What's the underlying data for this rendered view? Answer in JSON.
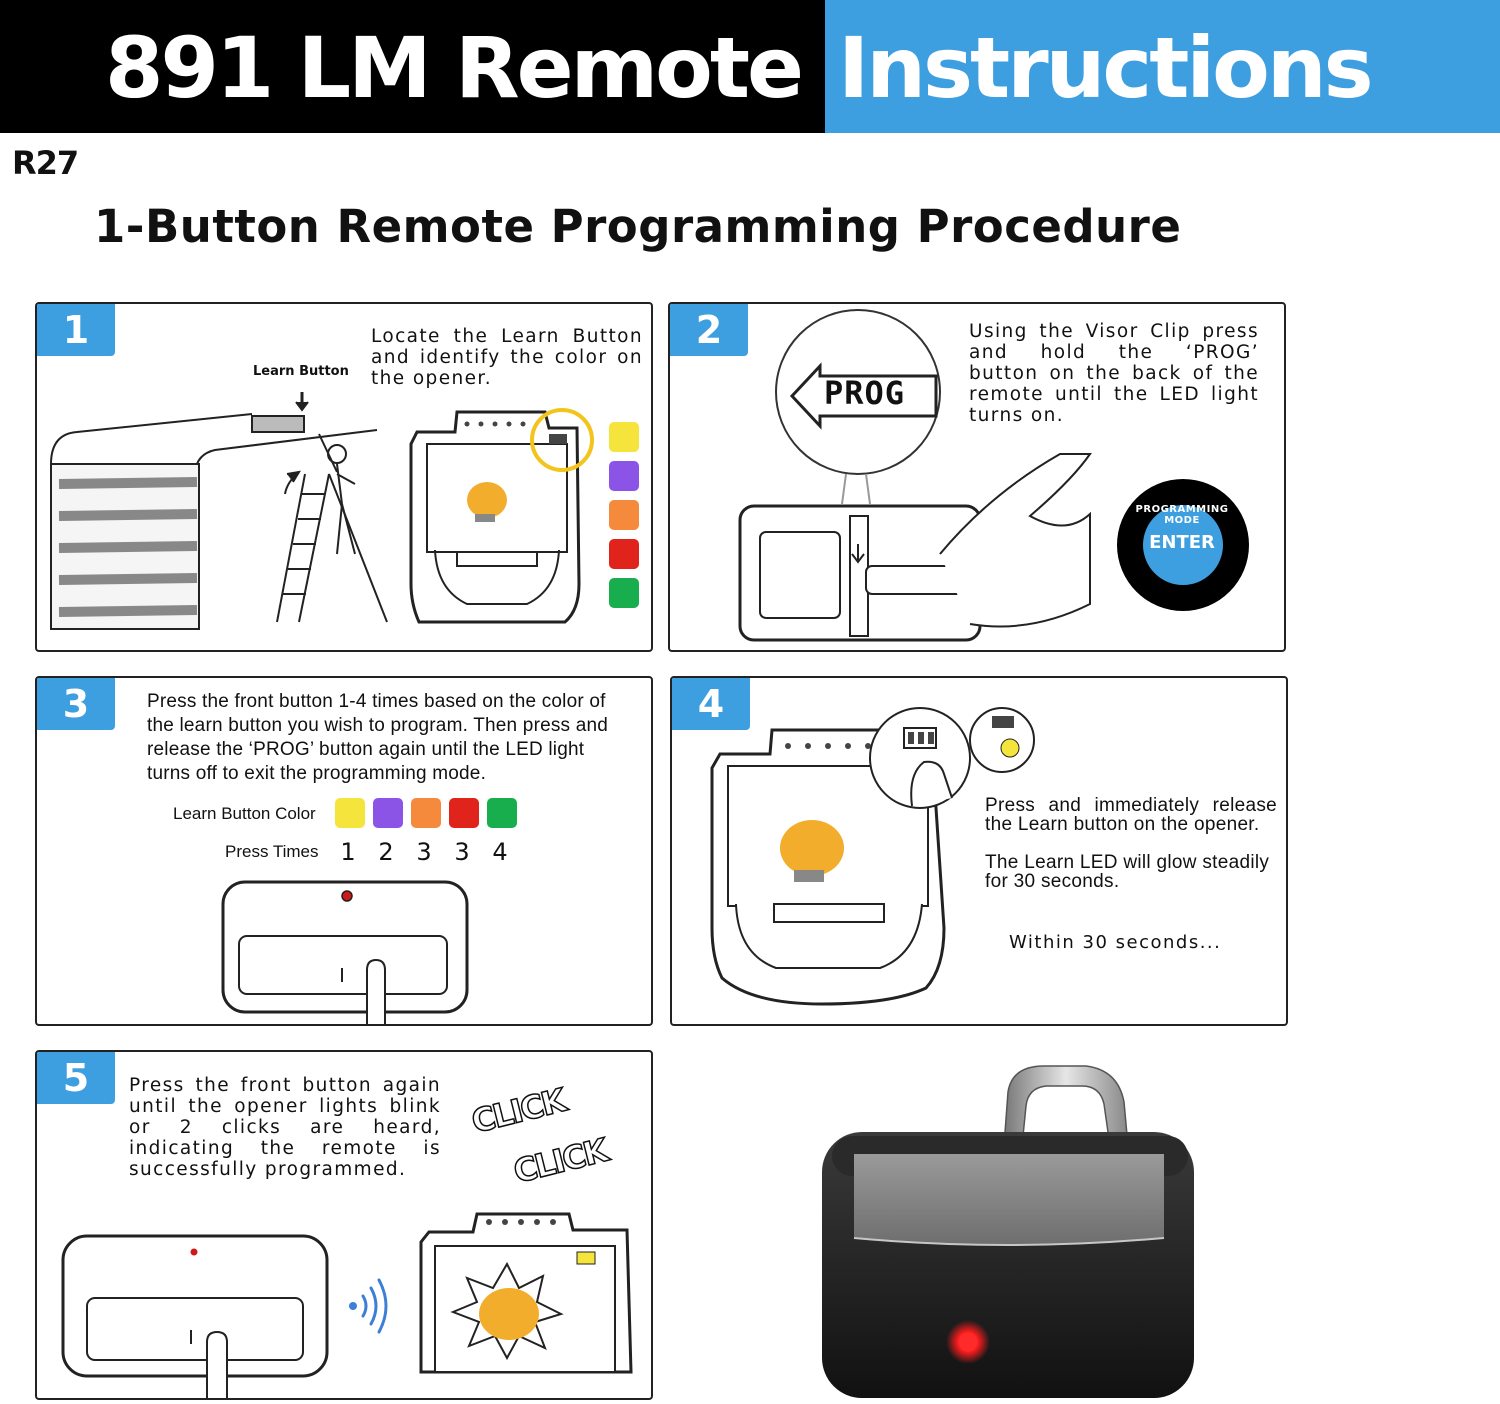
{
  "header": {
    "title_left": "891 LM Remote",
    "title_right": "Instructions",
    "colors": {
      "left_bg": "#000000",
      "right_bg": "#3d9fe0"
    }
  },
  "code": "R27",
  "subtitle": "1-Button Remote Programming Procedure",
  "accent_color": "#3d9fe0",
  "steps": [
    {
      "number": "1",
      "text": "Locate the Learn Button and identify the color on the opener.",
      "learn_button_label": "Learn Button",
      "colors": [
        "#f5e43c",
        "#8b53e6",
        "#f58a3c",
        "#e0231b",
        "#18ae4e"
      ]
    },
    {
      "number": "2",
      "text": "Using the Visor Clip press and hold the ‘PROG’ button on the back of the remote until the LED light turns on.",
      "prog_label": "PROG",
      "mode_badge": {
        "ring_text": "PROGRAMMING MODE",
        "center": "ENTER"
      }
    },
    {
      "number": "3",
      "text": "Press the front button 1-4 times based on the color of the learn button you wish to program. Then press and release the ‘PROG’ button again until the LED light turns off to exit the programming mode.",
      "color_label": "Learn Button Color",
      "times_label": "Press Times",
      "press_times": [
        "1",
        "2",
        "3",
        "3",
        "4"
      ]
    },
    {
      "number": "4",
      "text_a": "Press and immediately release the Learn button on the opener.",
      "text_b": "The Learn LED will glow steadily for 30 seconds.",
      "text_c": "Within 30 seconds..."
    },
    {
      "number": "5",
      "text": "Press the front button again until the opener lights blink or 2 clicks are heard, indicating the remote is successfully programmed.",
      "click_1": "CLICK",
      "click_2": "CLICK"
    }
  ]
}
